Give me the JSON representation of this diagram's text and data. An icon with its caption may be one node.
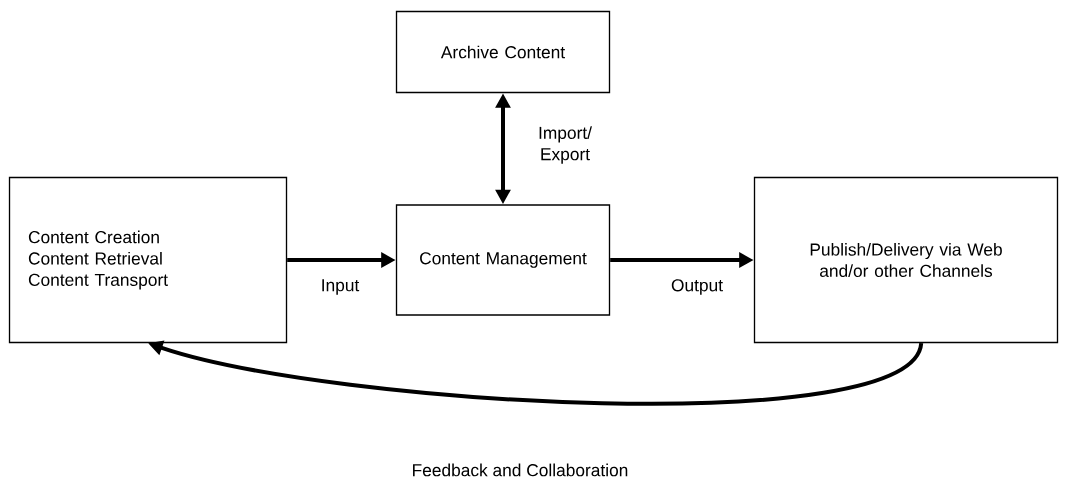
{
  "diagram": {
    "nodes": [
      {
        "text": [
          "Archive Content"
        ]
      },
      {
        "text": [
          "Content Creation",
          "Content Retrieval",
          "Content Transport"
        ]
      },
      {
        "text": [
          "Content Management"
        ]
      },
      {
        "text": [
          "Publish/Delivery via Web and/or other Channels"
        ]
      }
    ],
    "edges": [
      {
        "from": 0,
        "to": 2,
        "arrow": "both",
        "label": "Import/ Export"
      },
      {
        "from": 1,
        "to": 2,
        "arrow": "to",
        "label": "Input"
      },
      {
        "from": 2,
        "to": 3,
        "arrow": "to",
        "label": "Output"
      },
      {
        "from": 3,
        "to": 1,
        "arrow": "to",
        "label": "Feedback and Collaboration"
      }
    ]
  }
}
